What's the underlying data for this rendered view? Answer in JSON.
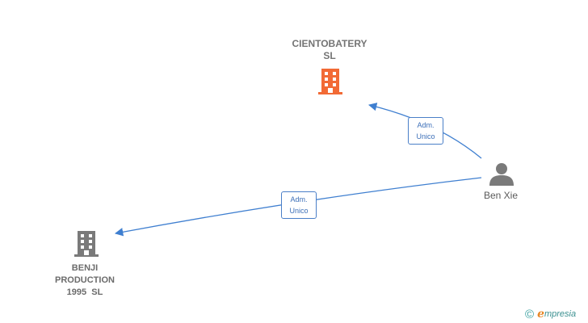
{
  "nodes": {
    "company_main": {
      "name_line1": "CIENTOBATERY",
      "name_line2": "SL",
      "color": "#f26a35"
    },
    "company_two": {
      "name_line1": "BENJI",
      "name_line2": "PRODUCTION",
      "name_line3": "1995  SL",
      "color": "#7a7a7a"
    },
    "person": {
      "name": "Ben Xie",
      "color": "#7a7a7a"
    }
  },
  "edges": [
    {
      "line1": "Adm.",
      "line2": "Unico"
    },
    {
      "line1": "Adm.",
      "line2": "Unico"
    }
  ],
  "edge_color": "#3f7fd0",
  "brand": {
    "copyright": "©",
    "initial": "e",
    "name": "mpresia"
  }
}
